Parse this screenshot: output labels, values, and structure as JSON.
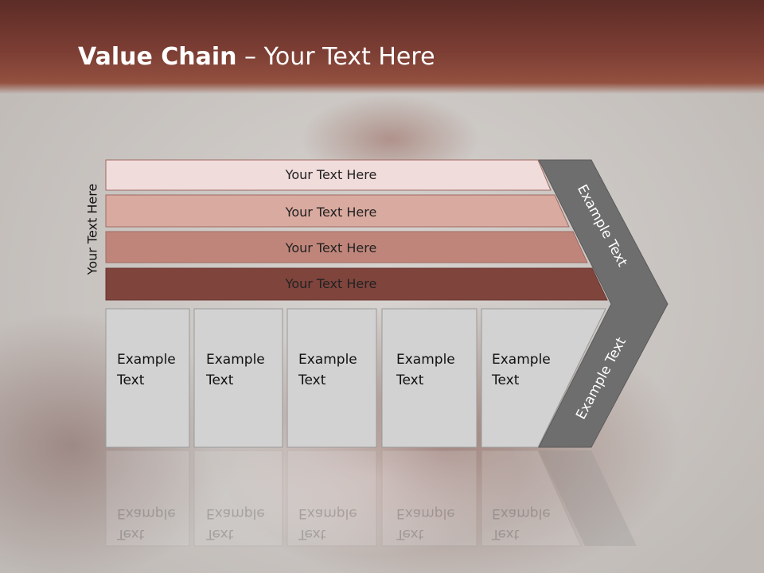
{
  "slide": {
    "title_bold": "Value Chain",
    "title_rest": " – Your Text Here",
    "side_label": "Your Text Here"
  },
  "bars": [
    {
      "label": "Your Text Here",
      "color": "#f0dcdb"
    },
    {
      "label": "Your Text Here",
      "color": "#d9aa9f"
    },
    {
      "label": "Your Text Here",
      "color": "#c0857a"
    },
    {
      "label": "Your Text Here",
      "color": "#7f443c"
    }
  ],
  "activities": [
    {
      "line1": "Example",
      "line2": "Text"
    },
    {
      "line1": "Example",
      "line2": "Text"
    },
    {
      "line1": "Example",
      "line2": "Text"
    },
    {
      "line1": "Example",
      "line2": "Text"
    },
    {
      "line1": "Example",
      "line2": "Text"
    }
  ],
  "chevron": {
    "upper_label": "Example Text",
    "lower_label": "Example Text",
    "color": "#6e6e6e"
  },
  "colors": {
    "header": "#7c3e34",
    "box_fill": "#d2d2d2",
    "box_border": "#9a9a9a"
  }
}
